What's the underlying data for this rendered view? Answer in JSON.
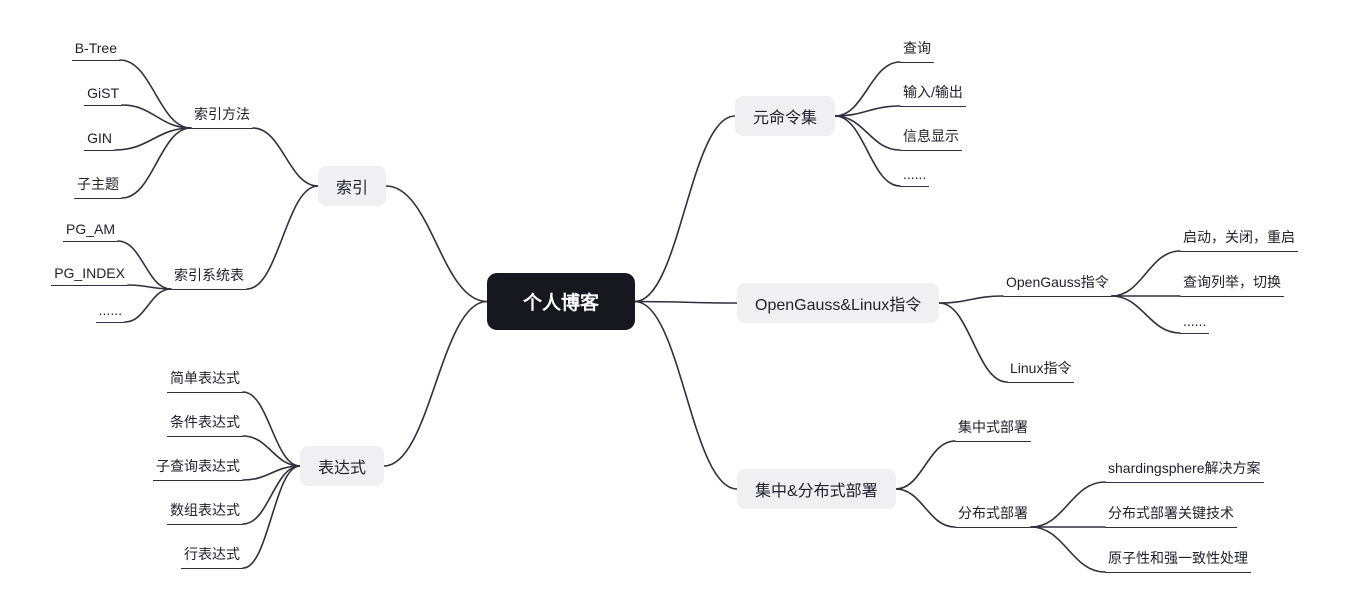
{
  "colors": {
    "root_bg": "#17171f",
    "root_text": "#ffffff",
    "branch_bg": "#f0f0f2",
    "text": "#21212e",
    "line": "#2f2f3f"
  },
  "mindmap": {
    "root": {
      "label": "个人博客"
    },
    "left": [
      {
        "label": "索引",
        "children": [
          {
            "label": "索引方法",
            "children": [
              {
                "label": "B-Tree"
              },
              {
                "label": "GiST"
              },
              {
                "label": "GIN"
              },
              {
                "label": "子主题"
              }
            ]
          },
          {
            "label": "索引系统表",
            "children": [
              {
                "label": "PG_AM"
              },
              {
                "label": "PG_INDEX"
              },
              {
                "label": "......"
              }
            ]
          }
        ]
      },
      {
        "label": "表达式",
        "children": [
          {
            "label": "简单表达式"
          },
          {
            "label": "条件表达式"
          },
          {
            "label": "子查询表达式"
          },
          {
            "label": "数组表达式"
          },
          {
            "label": "行表达式"
          }
        ]
      }
    ],
    "right": [
      {
        "label": "元命令集",
        "children": [
          {
            "label": "查询"
          },
          {
            "label": "输入/输出"
          },
          {
            "label": "信息显示"
          },
          {
            "label": "......"
          }
        ]
      },
      {
        "label": "OpenGauss&Linux指令",
        "children": [
          {
            "label": "OpenGauss指令",
            "children": [
              {
                "label": "启动，关闭，重启"
              },
              {
                "label": "查询列举，切换"
              },
              {
                "label": "......"
              }
            ]
          },
          {
            "label": "Linux指令"
          }
        ]
      },
      {
        "label": "集中&分布式部署",
        "children": [
          {
            "label": "集中式部署"
          },
          {
            "label": "分布式部署",
            "children": [
              {
                "label": "shardingsphere解决方案"
              },
              {
                "label": "分布式部署关键技术"
              },
              {
                "label": "原子性和强一致性处理"
              }
            ]
          }
        ]
      }
    ]
  }
}
